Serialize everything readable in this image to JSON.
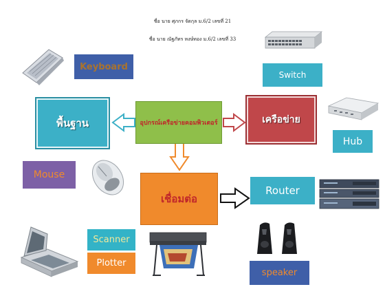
{
  "credits": {
    "line1": "ชื่อ นาย ศุภกร จัดกุล ม.6/2 เลขที่ 21",
    "line2": "ชื่อ นาย ณัฐภัทร หงษ์ทอง ม.6/2 เลขที่ 33"
  },
  "nodes": {
    "center": "อุปกรณ์เครือข่ายคอมพิวเตอร์",
    "basic": "พื้นฐาน",
    "network": "เครือข่าย",
    "connect": "เชื่อมต่อ"
  },
  "labels": {
    "keyboard": "Keyboard",
    "switch": "Switch",
    "hub": "Hub",
    "mouse": "Mouse",
    "router": "Router",
    "scanner": "Scanner",
    "plotter": "Plotter",
    "speaker": "speaker"
  },
  "colors": {
    "teal": "#3cb0c7",
    "olive_green": "#8fbf4a",
    "red": "#c0474a",
    "orange": "#f08a2c",
    "purple": "#7d60a6",
    "blue": "#3f5fa8",
    "scanner_teal": "#33b3c7",
    "plotter_orange": "#f08a2c"
  },
  "icons": {
    "keyboard": "keyboard-image",
    "switch": "network-switch-image",
    "hub": "network-hub-image",
    "mouse": "mouse-image",
    "router": "router-image",
    "scanner": "flatbed-scanner-image",
    "plotter": "plotter-image",
    "speaker": "speaker-pair-image"
  }
}
